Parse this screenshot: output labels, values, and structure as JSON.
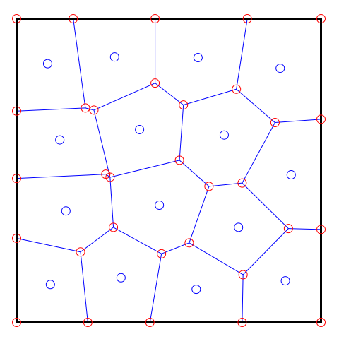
{
  "colors": {
    "background": "#ffffff",
    "frame": "#000000",
    "edge": "#0000ff",
    "vertex": "#ff0000",
    "site": "#0000ff"
  },
  "diagram": {
    "type": "voronoi",
    "domain": [
      0,
      1
    ],
    "vertices": [
      [
        0.0,
        1.0
      ],
      [
        0.186,
        1.0
      ],
      [
        0.455,
        1.0
      ],
      [
        0.758,
        1.0
      ],
      [
        1.0,
        1.0
      ],
      [
        0.0,
        0.696
      ],
      [
        0.226,
        0.706
      ],
      [
        0.254,
        0.699
      ],
      [
        0.455,
        0.788
      ],
      [
        0.548,
        0.716
      ],
      [
        0.722,
        0.768
      ],
      [
        0.849,
        0.658
      ],
      [
        1.0,
        0.669
      ],
      [
        0.0,
        0.474
      ],
      [
        0.293,
        0.488
      ],
      [
        0.307,
        0.478
      ],
      [
        0.535,
        0.534
      ],
      [
        0.632,
        0.448
      ],
      [
        0.741,
        0.459
      ],
      [
        0.0,
        0.277
      ],
      [
        0.318,
        0.313
      ],
      [
        0.21,
        0.232
      ],
      [
        0.476,
        0.226
      ],
      [
        0.567,
        0.262
      ],
      [
        0.744,
        0.157
      ],
      [
        0.893,
        0.309
      ],
      [
        1.0,
        0.306
      ],
      [
        0.0,
        0.0
      ],
      [
        0.234,
        0.0
      ],
      [
        0.438,
        0.0
      ],
      [
        0.741,
        0.0
      ],
      [
        1.0,
        0.0
      ]
    ],
    "edges": [
      [
        0,
        1
      ],
      [
        0,
        4
      ],
      [
        1,
        6
      ],
      [
        6,
        5
      ],
      [
        6,
        7
      ],
      [
        2,
        8
      ],
      [
        8,
        7
      ],
      [
        8,
        9
      ],
      [
        3,
        10
      ],
      [
        10,
        9
      ],
      [
        10,
        11
      ],
      [
        4,
        12
      ],
      [
        11,
        12
      ],
      [
        7,
        15
      ],
      [
        14,
        15
      ],
      [
        14,
        13
      ],
      [
        9,
        16
      ],
      [
        16,
        15
      ],
      [
        16,
        17
      ],
      [
        17,
        18
      ],
      [
        11,
        18
      ],
      [
        15,
        20
      ],
      [
        20,
        21
      ],
      [
        21,
        19
      ],
      [
        20,
        22
      ],
      [
        22,
        23
      ],
      [
        17,
        23
      ],
      [
        23,
        24
      ],
      [
        18,
        25
      ],
      [
        24,
        25
      ],
      [
        25,
        26
      ],
      [
        21,
        28
      ],
      [
        22,
        29
      ],
      [
        24,
        30
      ],
      [
        0,
        27
      ],
      [
        27,
        31
      ],
      [
        4,
        31
      ],
      [
        27,
        28
      ],
      [
        28,
        29
      ],
      [
        29,
        30
      ],
      [
        30,
        31
      ],
      [
        5,
        13
      ],
      [
        13,
        19
      ],
      [
        19,
        27
      ],
      [
        12,
        26
      ],
      [
        26,
        31
      ],
      [
        5,
        0
      ],
      [
        19,
        13
      ]
    ],
    "sites": [
      [
        0.102,
        0.852
      ],
      [
        0.322,
        0.874
      ],
      [
        0.596,
        0.872
      ],
      [
        0.866,
        0.837
      ],
      [
        0.142,
        0.601
      ],
      [
        0.404,
        0.635
      ],
      [
        0.682,
        0.617
      ],
      [
        0.902,
        0.486
      ],
      [
        0.162,
        0.367
      ],
      [
        0.469,
        0.386
      ],
      [
        0.729,
        0.313
      ],
      [
        0.111,
        0.125
      ],
      [
        0.343,
        0.147
      ],
      [
        0.59,
        0.109
      ],
      [
        0.883,
        0.137
      ]
    ]
  }
}
